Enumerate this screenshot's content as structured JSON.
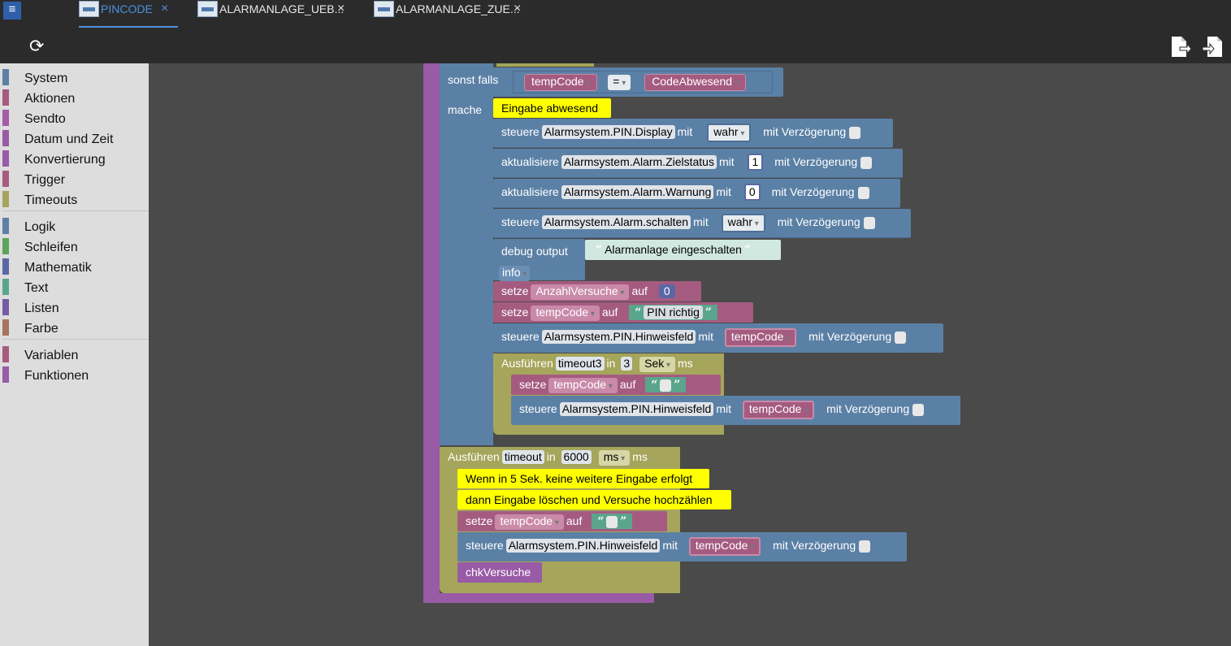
{
  "tabs": [
    {
      "label": "PINCODE",
      "close": "×",
      "active": true
    },
    {
      "label": "ALARMANLAGE_UEB...",
      "close": "×"
    },
    {
      "label": "ALARMANLAGE_ZUE...",
      "close": "×"
    }
  ],
  "sidebar": {
    "items": [
      {
        "label": "System",
        "color": "#5b80a5"
      },
      {
        "label": "Aktionen",
        "color": "#a55b80"
      },
      {
        "label": "Sendto",
        "color": "#a55ba5"
      },
      {
        "label": "Datum und Zeit",
        "color": "#995ba5"
      },
      {
        "label": "Konvertierung",
        "color": "#995ba5"
      },
      {
        "label": "Trigger",
        "color": "#a55b80"
      },
      {
        "label": "Timeouts",
        "color": "#a5a55b"
      },
      {
        "label": "Logik",
        "color": "#5b80a5"
      },
      {
        "label": "Schleifen",
        "color": "#5ba55b"
      },
      {
        "label": "Mathematik",
        "color": "#5b67a5"
      },
      {
        "label": "Text",
        "color": "#5ba58c"
      },
      {
        "label": "Listen",
        "color": "#745ba5"
      },
      {
        "label": "Farbe",
        "color": "#a5745b"
      },
      {
        "label": "Variablen",
        "color": "#a55b80"
      },
      {
        "label": "Funktionen",
        "color": "#995ba5"
      }
    ]
  },
  "blocks": {
    "sonst_falls": "sonst falls",
    "mache": "mache",
    "tempCode": "tempCode",
    "eq": "=",
    "CodeAbwesend": "CodeAbwesend",
    "comment1": "Eingabe abwesend",
    "steuere": "steuere",
    "aktualisiere": "aktualisiere",
    "mit": "mit",
    "mit_verz": "mit Verzögerung",
    "pin_display": "Alarmsystem.PIN.Display",
    "wahr": "wahr",
    "zielstatus": "Alarmsystem.Alarm.Zielstatus",
    "one": "1",
    "warnung": "Alarmsystem.Alarm.Warnung",
    "zero": "0",
    "schalten": "Alarmsystem.Alarm.schalten",
    "debug": "debug output",
    "debug_text": "Alarmanlage eingeschalten",
    "info": "info",
    "setze": "setze",
    "auf": "auf",
    "anzahl": "AnzahlVersuche",
    "pin_richtig": "PIN richtig",
    "hinweisfeld": "Alarmsystem.PIN.Hinweisfeld",
    "ausfuehren": "Ausführen",
    "timeout3": "timeout3",
    "in": "in",
    "three": "3",
    "sek": "Sek",
    "ms": "ms",
    "timeout": "timeout",
    "six": "6000",
    "ms_dd": "ms",
    "comment2": "Wenn in 5 Sek. keine weitere Eingabe erfolgt",
    "comment3": "dann Eingabe löschen und Versuche hochzählen",
    "chk": "chkVersuche",
    "ql": "“",
    "qr": "”"
  }
}
